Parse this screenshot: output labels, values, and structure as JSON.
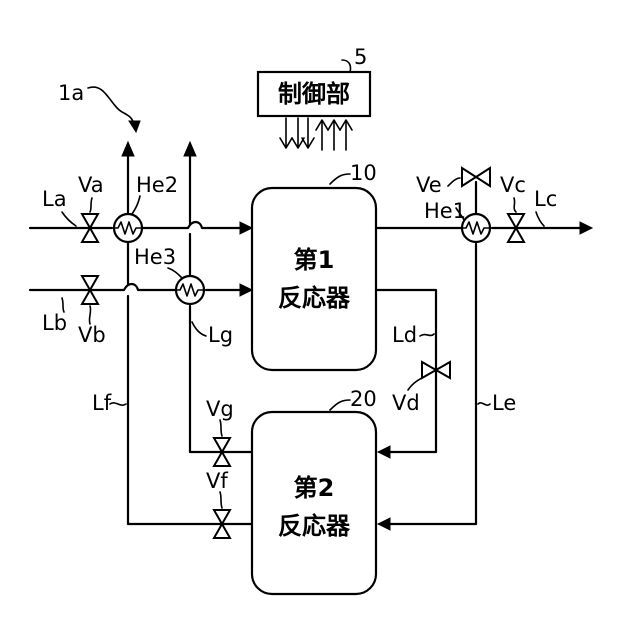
{
  "figure_label": "1a",
  "controller": {
    "ref": "5",
    "label": "制御部"
  },
  "reactor1": {
    "ref": "10",
    "line1": "第1",
    "line2": "反応器"
  },
  "reactor2": {
    "ref": "20",
    "line1": "第2",
    "line2": "反応器"
  },
  "lines": {
    "La": "La",
    "Lb": "Lb",
    "Lc": "Lc",
    "Ld": "Ld",
    "Le": "Le",
    "Lf": "Lf",
    "Lg": "Lg"
  },
  "valves": {
    "Va": "Va",
    "Vb": "Vb",
    "Vc": "Vc",
    "Vd": "Vd",
    "Ve": "Ve",
    "Vf": "Vf",
    "Vg": "Vg"
  },
  "heat_exchangers": {
    "He1": "He1",
    "He2": "He2",
    "He3": "He3"
  }
}
